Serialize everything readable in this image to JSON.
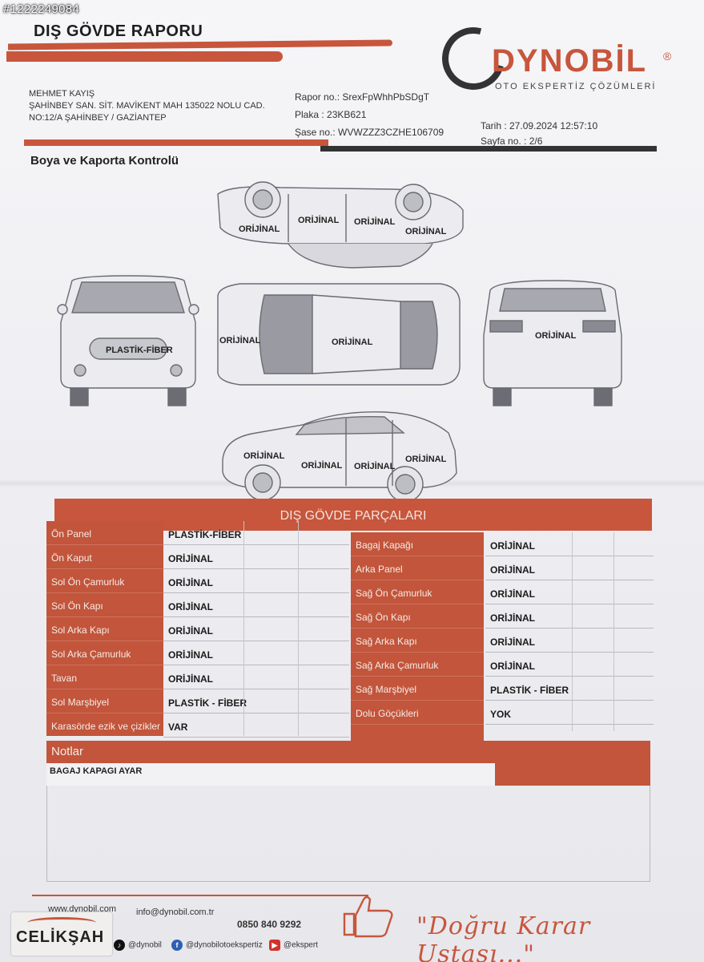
{
  "listing_id": "#1222249084",
  "header": {
    "title": "DIŞ GÖVDE RAPORU",
    "brand": "DYNOBİL",
    "brand_registered": "®",
    "brand_sub": "OTO EKSPERTİZ ÇÖZÜMLERİ"
  },
  "customer": {
    "name": "MEHMET KAYIŞ",
    "address_line1": "ŞAHİNBEY SAN. SİT. MAVİKENT MAH 135022 NOLU CAD.",
    "address_line2": "NO:12/A ŞAHİNBEY / GAZİANTEP"
  },
  "report": {
    "report_no": "Rapor no.: SrexFpWhhPbSDgT",
    "plate": "Plaka : 23KB621",
    "chassis": "Şase no.: WVWZZZ3CZHE106709",
    "date": "Tarih : 27.09.2024 12:57:10",
    "page": "Sayfa no. : 2/6"
  },
  "section_title": "Boya ve Kaporta Kontrolü",
  "diagram_labels": {
    "top_left": "ORİJİNAL",
    "top_mid1": "ORİJİNAL",
    "top_mid2": "ORİJİNAL",
    "top_right": "ORİJİNAL",
    "front": "PLASTİK-FİBER",
    "roof_left": "ORİJİNAL",
    "roof_mid": "ORİJİNAL",
    "rear": "ORİJİNAL",
    "bot_left": "ORİJİNAL",
    "bot_mid1": "ORİJİNAL",
    "bot_mid2": "ORİJİNAL",
    "bot_right": "ORİJİNAL"
  },
  "parts_title": "DIŞ GÖVDE PARÇALARI",
  "parts_left": [
    {
      "label": "Ön Panel",
      "value": "PLASTİK-FİBER"
    },
    {
      "label": "Ön Kaput",
      "value": "ORİJİNAL"
    },
    {
      "label": "Sol Ön Çamurluk",
      "value": "ORİJİNAL"
    },
    {
      "label": "Sol Ön Kapı",
      "value": "ORİJİNAL"
    },
    {
      "label": "Sol Arka Kapı",
      "value": "ORİJİNAL"
    },
    {
      "label": "Sol Arka Çamurluk",
      "value": "ORİJİNAL"
    },
    {
      "label": "Tavan",
      "value": "ORİJİNAL"
    },
    {
      "label": "Sol Marşbiyel",
      "value": "PLASTİK - FİBER"
    },
    {
      "label": "Karasörde ezik ve çizikler",
      "value": "VAR"
    }
  ],
  "parts_right": [
    {
      "label": "Bagaj Kapağı",
      "value": "ORİJİNAL"
    },
    {
      "label": "Arka Panel",
      "value": "ORİJİNAL"
    },
    {
      "label": "Sağ Ön Çamurluk",
      "value": "ORİJİNAL"
    },
    {
      "label": "Sağ Ön Kapı",
      "value": "ORİJİNAL"
    },
    {
      "label": "Sağ Arka Kapı",
      "value": "ORİJİNAL"
    },
    {
      "label": "Sağ Arka Çamurluk",
      "value": "ORİJİNAL"
    },
    {
      "label": "Sağ Marşbiyel",
      "value": "PLASTİK - FİBER"
    },
    {
      "label": "Dolu Göçükleri",
      "value": "YOK"
    }
  ],
  "notes": {
    "title": "Notlar",
    "text": "BAGAJ KAPAGI AYAR"
  },
  "footer": {
    "web": "www.dynobil.com",
    "mail": "info@dynobil.com.tr",
    "phone": "0850 840 9292",
    "slogan": "\"Doğru Karar Ustası...\"",
    "social1": "@dynobil",
    "social2": "@dynobilotoekspertiz",
    "social3": "@ekspert"
  },
  "dealer": "CELİKŞAH",
  "colors": {
    "accent": "#c7563c",
    "dark": "#333333",
    "paper": "#f2f2f5"
  }
}
